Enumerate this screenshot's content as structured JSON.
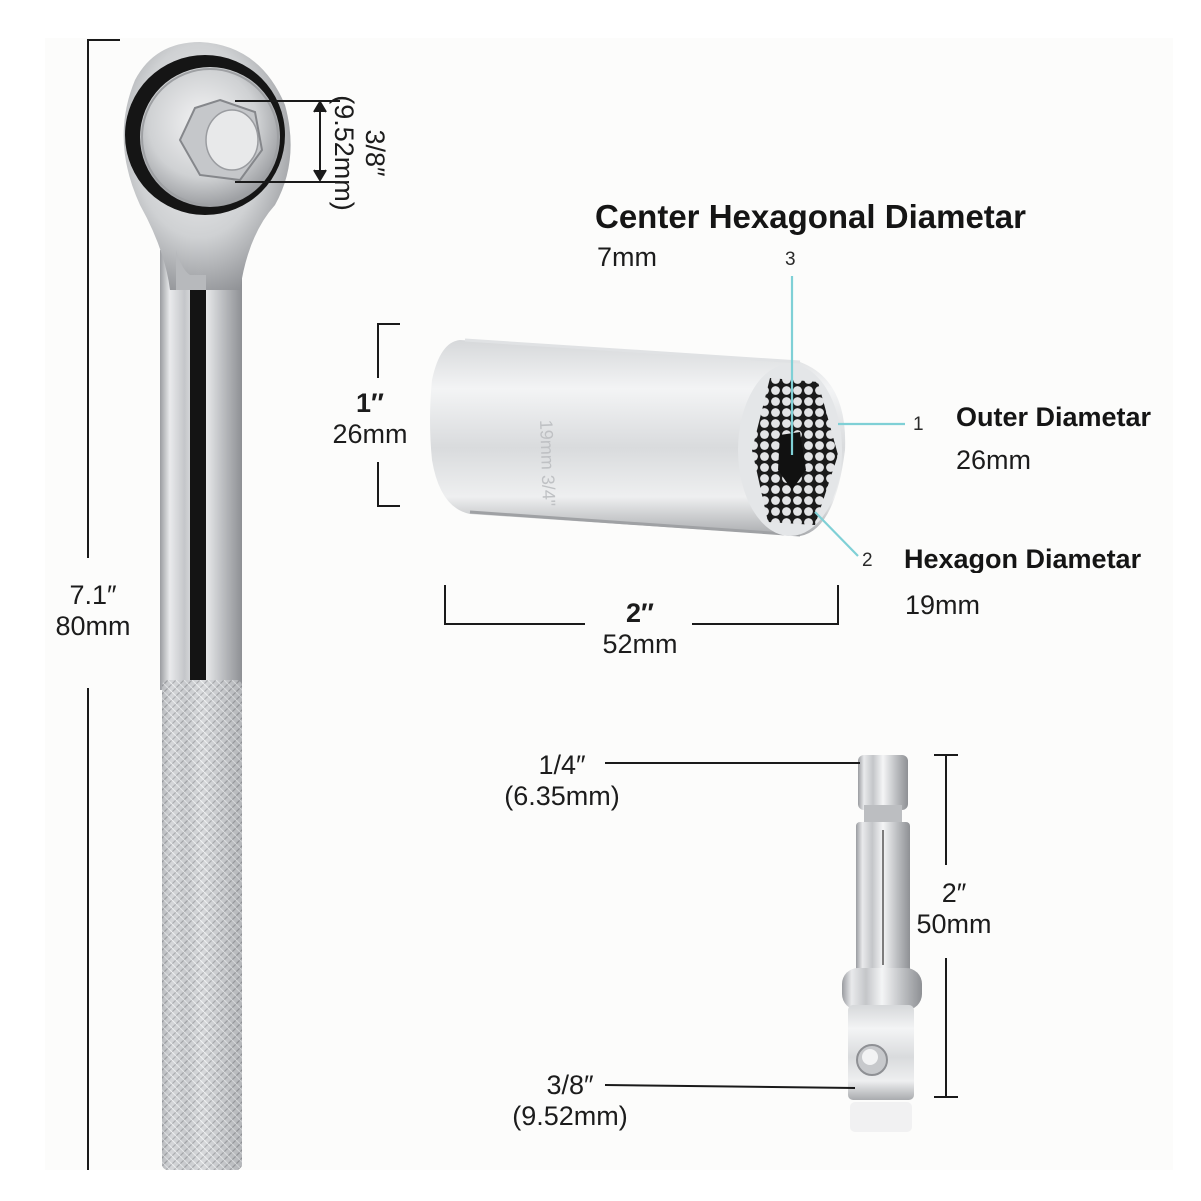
{
  "diagram": {
    "type": "product-dimension-infographic",
    "accent_callout_color": "#7fd0d6",
    "line_color": "#1a1a1a",
    "items": {
      "ratchet": {
        "name": "ratchet-wrench",
        "length": {
          "inch": "7.1″",
          "metric": "80mm"
        },
        "drive": {
          "inch": "3/8″",
          "metric": "(9.52mm)"
        }
      },
      "socket": {
        "name": "universal-gator-socket",
        "height": {
          "inch": "1″",
          "metric": "26mm"
        },
        "length": {
          "inch": "2″",
          "metric": "52mm"
        },
        "callouts": [
          {
            "number": "3",
            "title": "Center Hexagonal Diametar",
            "value": "7mm"
          },
          {
            "number": "1",
            "title": "Outer Diametar",
            "value": "26mm"
          },
          {
            "number": "2",
            "title": "Hexagon Diametar",
            "value": "19mm"
          }
        ]
      },
      "adapter": {
        "name": "drill-socket-adapter",
        "top": {
          "inch": "1/4″",
          "metric": "(6.35mm)"
        },
        "bottom": {
          "inch": "3/8″",
          "metric": "(9.52mm)"
        },
        "length": {
          "inch": "2″",
          "metric": "50mm"
        }
      }
    }
  }
}
